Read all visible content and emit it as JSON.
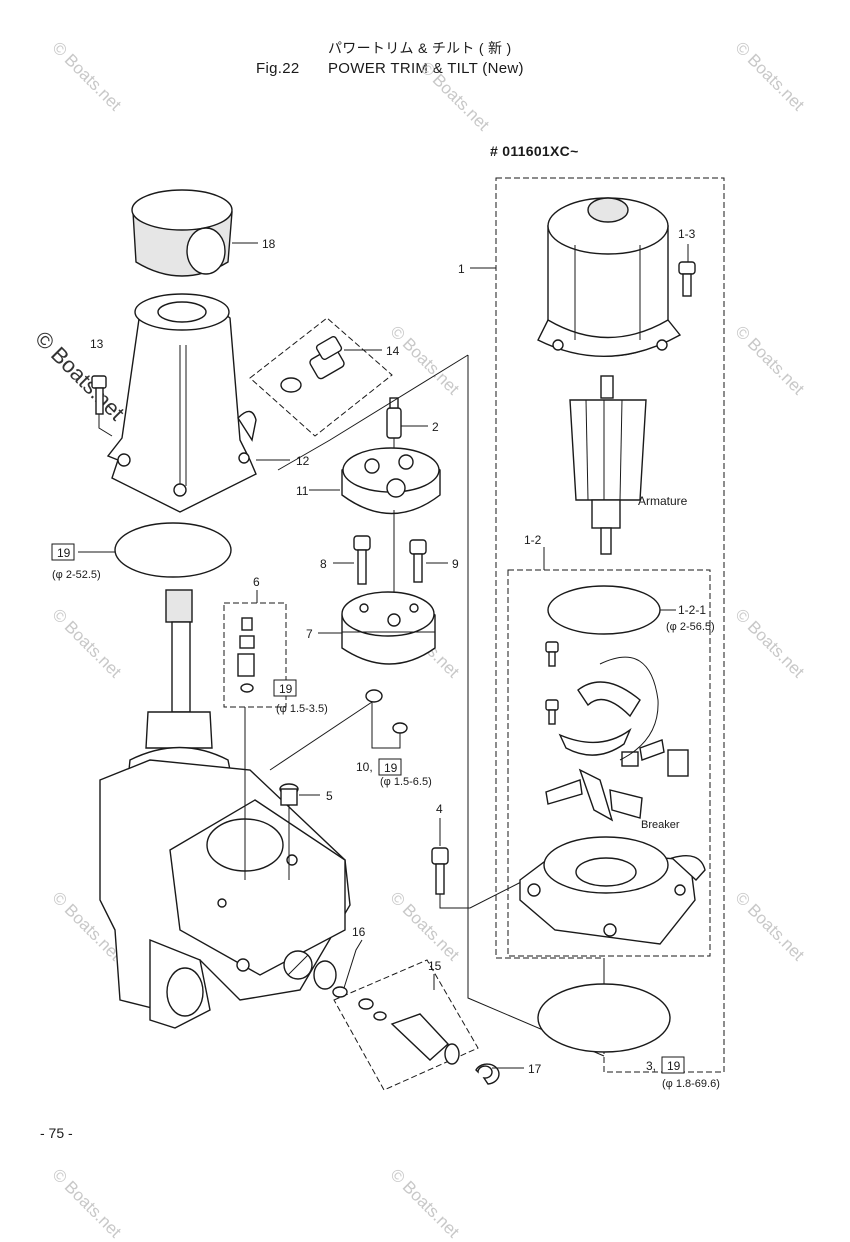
{
  "header": {
    "jp_title": "パワートリム & チルト ( 新 )",
    "fig_no": "Fig.22",
    "title": "POWER TRIM & TILT (New)"
  },
  "serial": "# 011601XC~",
  "page_number": "- 75 -",
  "watermark": "© Boats.net",
  "callouts": {
    "p1": "1",
    "p1_3": "1-3",
    "p2": "2",
    "armature": "Armature",
    "p1_2": "1-2",
    "p1_2_1": "1-2-1",
    "p1_2_1_dim": "(φ 2-56.5)",
    "breaker": "Breaker",
    "p3": "3,",
    "p3_box": "19",
    "p3_dim": "(φ 1.8-69.6)",
    "p4": "4",
    "p5": "5",
    "p6": "6",
    "p6_box": "19",
    "p6_dim": "(φ 1.5-3.5)",
    "p7": "7",
    "p8": "8",
    "p9": "9",
    "p10": "10,",
    "p10_box": "19",
    "p10_dim": "(φ 1.5-6.5)",
    "p11": "11",
    "p12": "12",
    "p13": "13",
    "p14": "14",
    "p15": "15",
    "p16": "16",
    "p17": "17",
    "p18": "18",
    "p19_box": "19",
    "p19_dim": "(φ 2-52.5)"
  },
  "colors": {
    "ink": "#1a1a1a",
    "watermark": "#c8c8c8",
    "paper": "#ffffff"
  }
}
